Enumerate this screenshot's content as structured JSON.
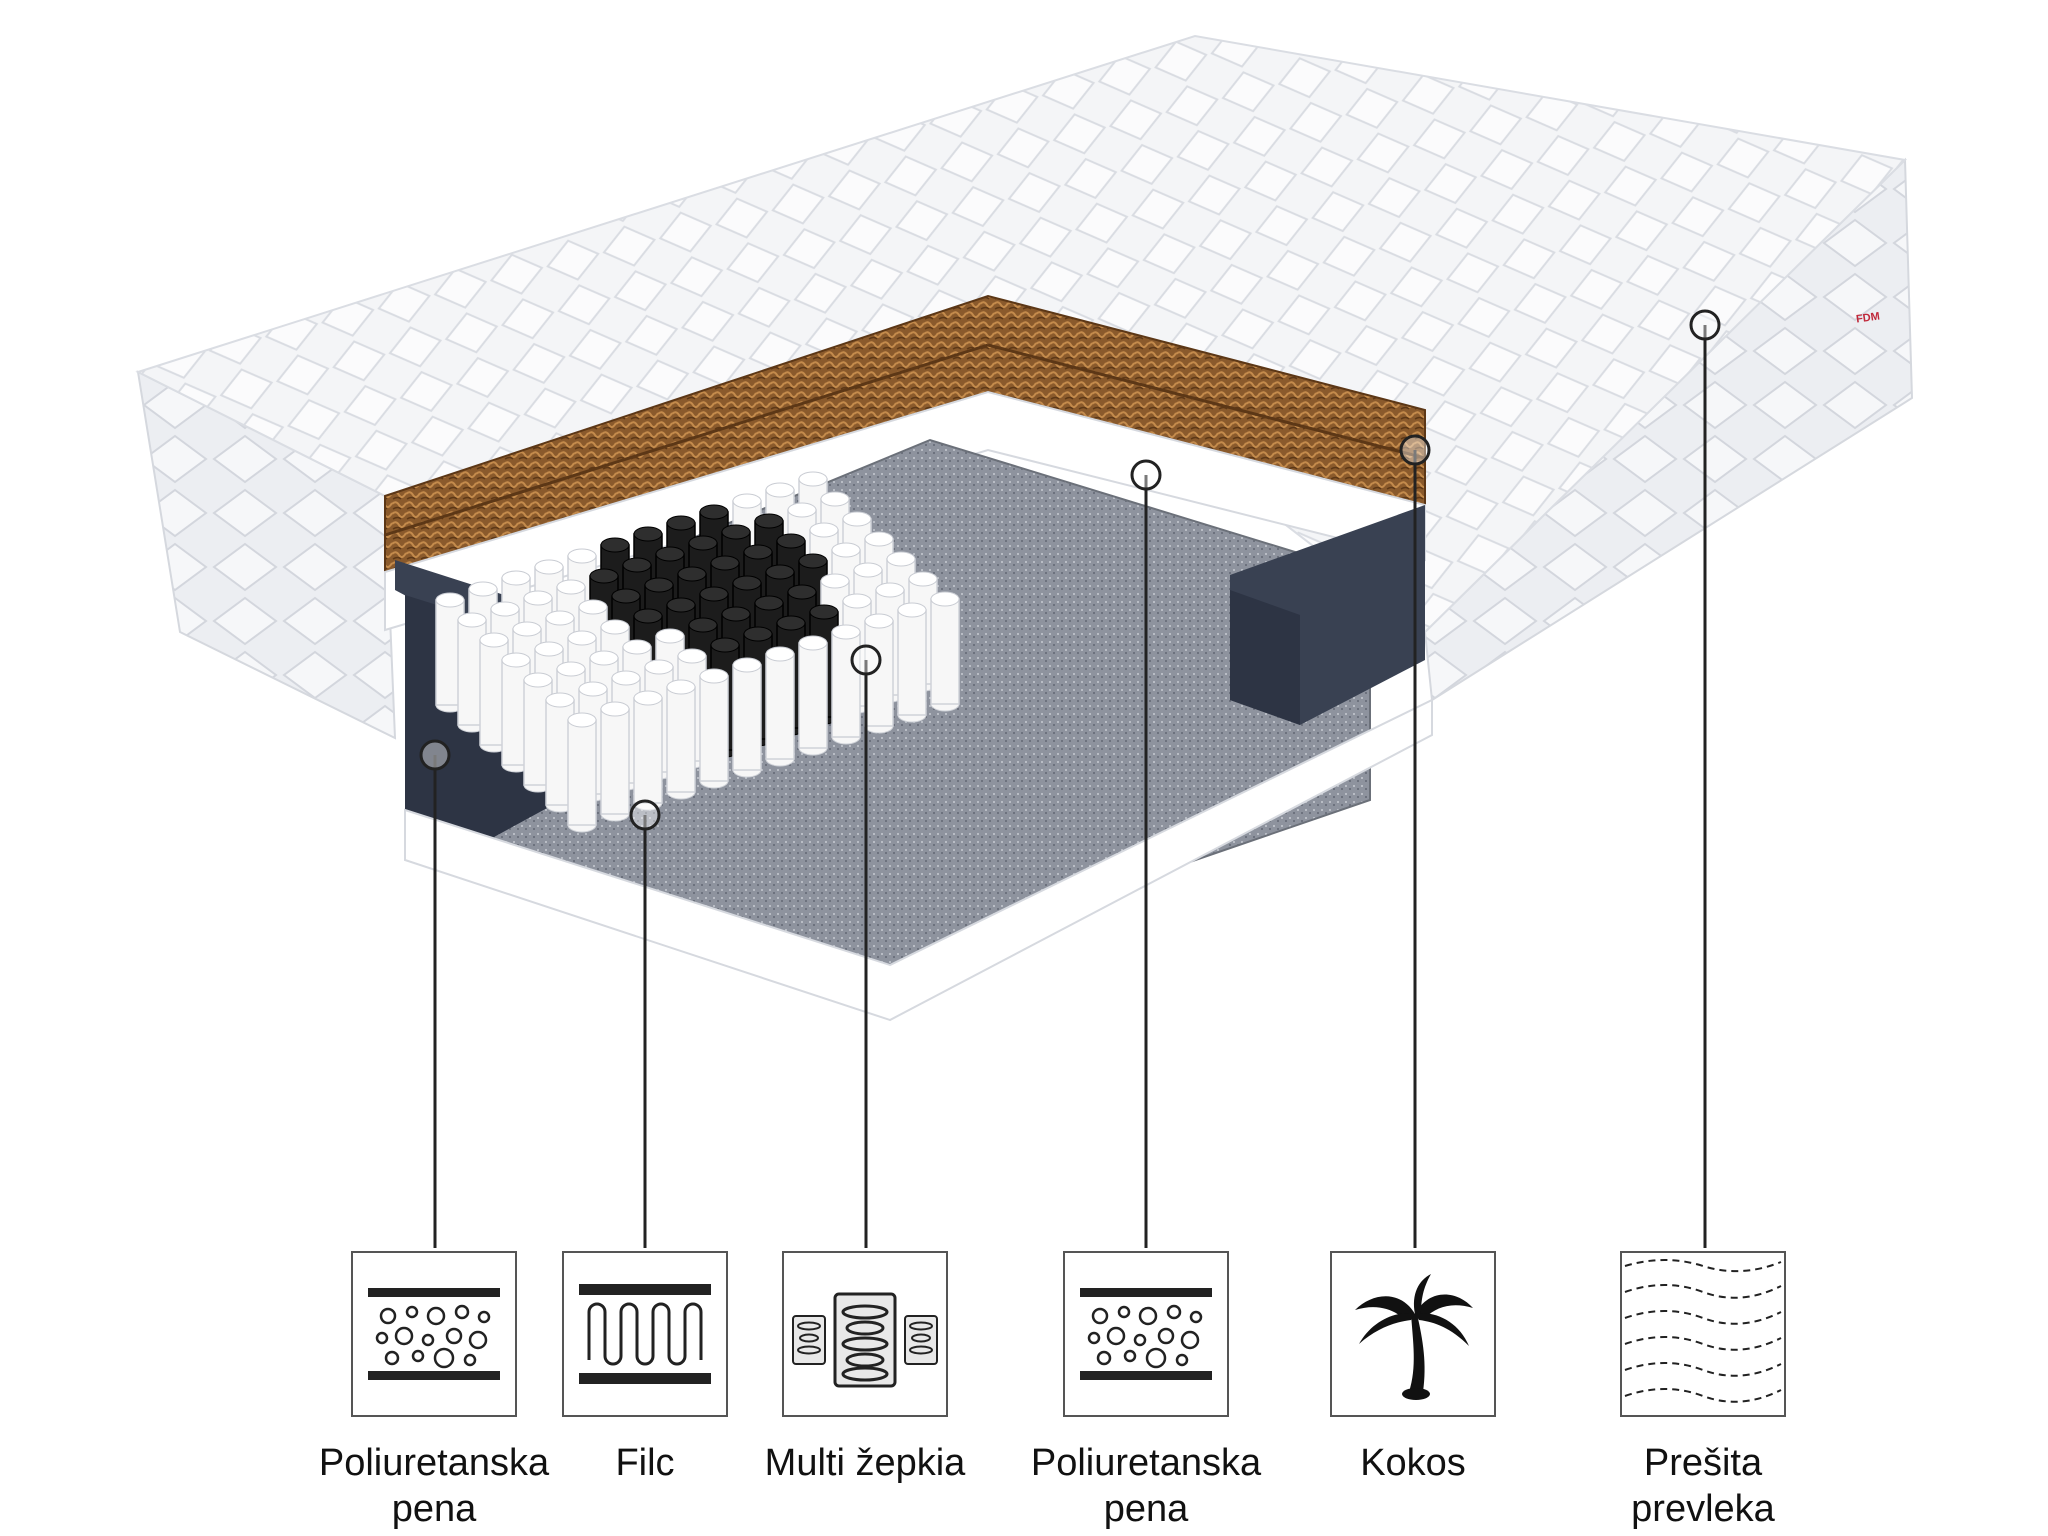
{
  "brand_mark": "FDM",
  "layers": [
    {
      "id": "pu-foam-base",
      "line1": "Poliuretanska",
      "line2": "pena",
      "icon": "foam-bubbles-icon"
    },
    {
      "id": "felt",
      "line1": "Filc",
      "line2": "",
      "icon": "felt-wave-icon"
    },
    {
      "id": "multi-pocket",
      "line1": "Multi žepkia",
      "line2": "",
      "icon": "pocket-spring-icon"
    },
    {
      "id": "pu-foam-top",
      "line1": "Poliuretanska",
      "line2": "pena",
      "icon": "foam-bubbles-icon"
    },
    {
      "id": "coconut",
      "line1": "Kokos",
      "line2": "",
      "icon": "palm-tree-icon"
    },
    {
      "id": "quilted-cover",
      "line1": "Prešita",
      "line2": "prevleka",
      "icon": "quilted-cover-icon"
    }
  ],
  "colors": {
    "cover": "#f4f5f7",
    "foam": "#ffffff",
    "felt": "#8e939e",
    "coconut": "#8a5a2c",
    "side_foam": "#394152",
    "spring_white": "#f7f7f7",
    "spring_black": "#1c1c1c",
    "line": "#222222"
  }
}
